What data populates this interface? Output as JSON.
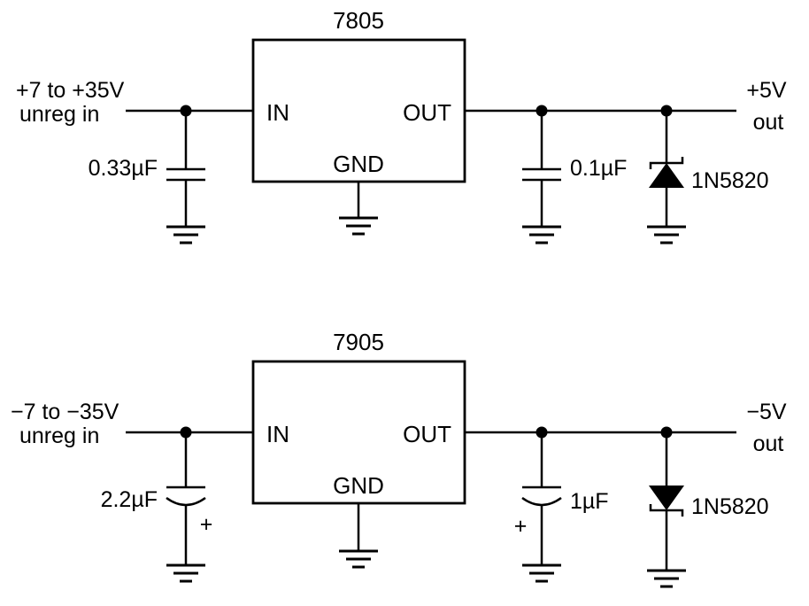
{
  "page": {
    "background": "#ffffff",
    "ink": "#000000"
  },
  "circuits": {
    "positive": {
      "chip": "7805",
      "pins": {
        "in": "IN",
        "out": "OUT",
        "gnd": "GND"
      },
      "input_line1": "+7 to +35V",
      "input_line2": "unreg in",
      "input_cap": "0.33µF",
      "output_cap": "0.1µF",
      "diode": "1N5820",
      "output_line1": "+5V",
      "output_line2": "out"
    },
    "negative": {
      "chip": "7905",
      "pins": {
        "in": "IN",
        "out": "OUT",
        "gnd": "GND"
      },
      "input_line1": "−7 to −35V",
      "input_line2": "unreg in",
      "input_cap": "2.2µF",
      "input_cap_polarity": "+",
      "output_cap": "1µF",
      "output_cap_polarity": "+",
      "diode": "1N5820",
      "output_line1": "−5V",
      "output_line2": "out"
    }
  }
}
